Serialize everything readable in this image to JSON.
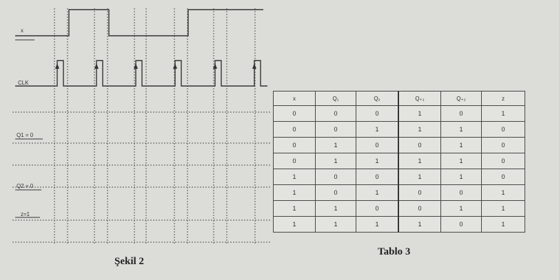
{
  "timing": {
    "labels": {
      "x": "x",
      "clk": "CLK",
      "q1": "Q1 = 0",
      "q2": "Q2 = 0",
      "z": "z=1"
    },
    "x_waveform_levels": [
      0,
      1,
      0,
      1
    ],
    "clk_pulse_count": 6,
    "line_color": "#333333",
    "grid_color": "#555555"
  },
  "figure_caption": "Şekil 2",
  "table": {
    "headers": [
      "x",
      "Q₁",
      "Q₂",
      "Q₊₁",
      "Q₊₂",
      "z"
    ],
    "rows": [
      [
        "0",
        "0",
        "0",
        "1",
        "0",
        "1"
      ],
      [
        "0",
        "0",
        "1",
        "1",
        "1",
        "0"
      ],
      [
        "0",
        "1",
        "0",
        "0",
        "1",
        "0"
      ],
      [
        "0",
        "1",
        "1",
        "1",
        "1",
        "0"
      ],
      [
        "1",
        "0",
        "0",
        "1",
        "1",
        "0"
      ],
      [
        "1",
        "0",
        "1",
        "0",
        "0",
        "1"
      ],
      [
        "1",
        "1",
        "0",
        "0",
        "1",
        "1"
      ],
      [
        "1",
        "1",
        "1",
        "1",
        "0",
        "1"
      ]
    ],
    "caption": "Tablo 3"
  }
}
